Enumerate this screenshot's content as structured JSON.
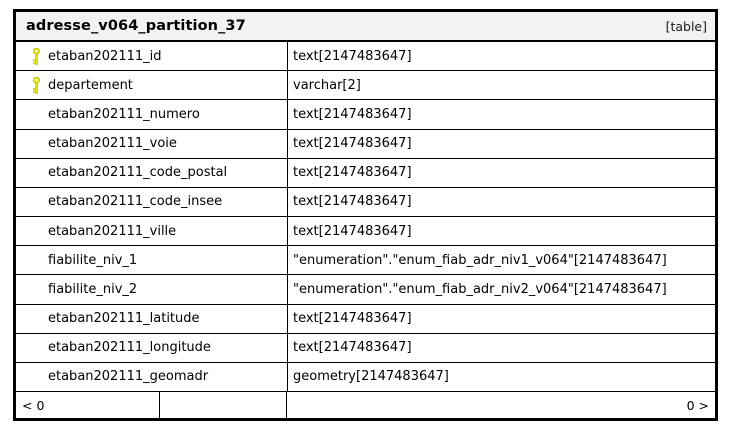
{
  "entity": {
    "title": "adresse_v064_partition_37",
    "kind_label": "[table]",
    "columns": [
      {
        "name": "etaban202111_id",
        "type": "text[2147483647]",
        "pk": true,
        "pk_icon": "key-icon"
      },
      {
        "name": "departement",
        "type": "varchar[2]",
        "pk": true,
        "pk_icon": "key-icon"
      },
      {
        "name": "etaban202111_numero",
        "type": "text[2147483647]",
        "pk": false,
        "pk_icon": ""
      },
      {
        "name": "etaban202111_voie",
        "type": "text[2147483647]",
        "pk": false,
        "pk_icon": ""
      },
      {
        "name": "etaban202111_code_postal",
        "type": "text[2147483647]",
        "pk": false,
        "pk_icon": ""
      },
      {
        "name": "etaban202111_code_insee",
        "type": "text[2147483647]",
        "pk": false,
        "pk_icon": ""
      },
      {
        "name": "etaban202111_ville",
        "type": "text[2147483647]",
        "pk": false,
        "pk_icon": ""
      },
      {
        "name": "fiabilite_niv_1",
        "type": "\"enumeration\".\"enum_fiab_adr_niv1_v064\"[2147483647]",
        "pk": false,
        "pk_icon": ""
      },
      {
        "name": "fiabilite_niv_2",
        "type": "\"enumeration\".\"enum_fiab_adr_niv2_v064\"[2147483647]",
        "pk": false,
        "pk_icon": ""
      },
      {
        "name": "etaban202111_latitude",
        "type": "text[2147483647]",
        "pk": false,
        "pk_icon": ""
      },
      {
        "name": "etaban202111_longitude",
        "type": "text[2147483647]",
        "pk": false,
        "pk_icon": ""
      },
      {
        "name": "etaban202111_geomadr",
        "type": "geometry[2147483647]",
        "pk": false,
        "pk_icon": ""
      }
    ],
    "footer": {
      "prev_label": "< 0",
      "middle_label": "",
      "next_label": "0 >"
    }
  },
  "colors": {
    "key_fill": "#e8e80f",
    "key_stroke": "#b8b800",
    "border": "#000000",
    "header_bg": "#f2f2f2",
    "body_bg": "#ffffff",
    "text": "#000000"
  }
}
